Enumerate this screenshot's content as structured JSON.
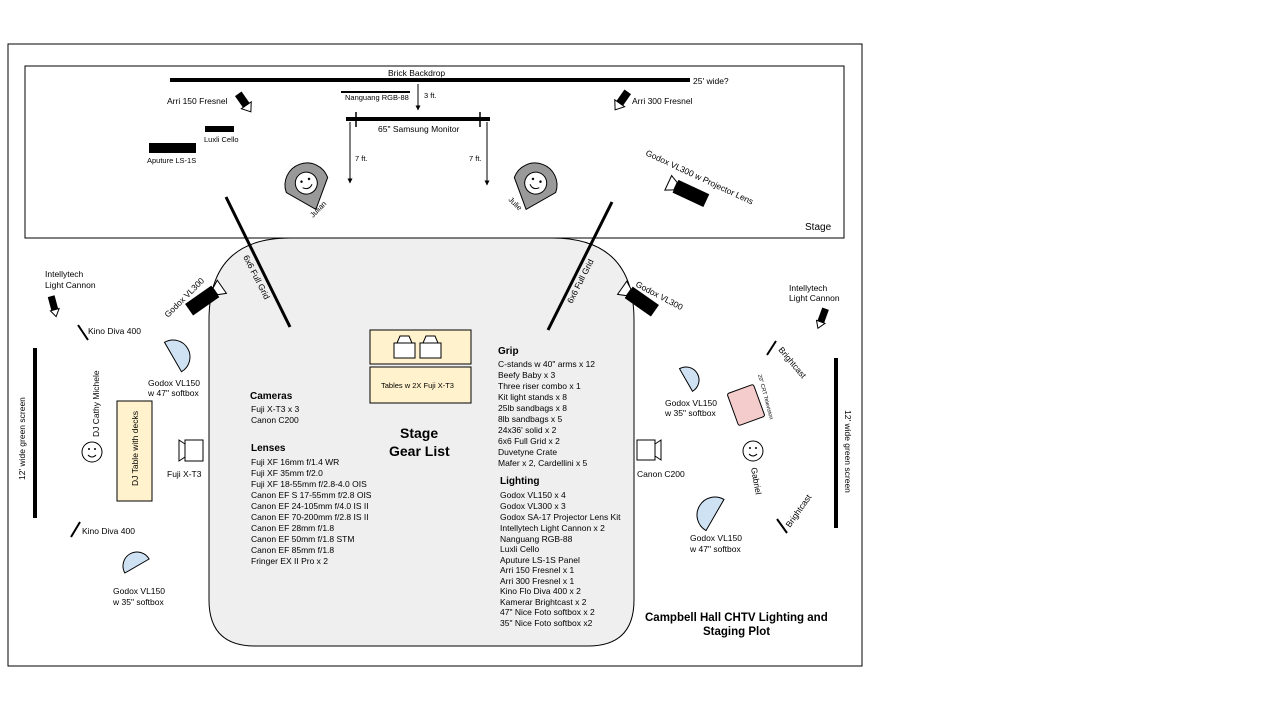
{
  "stage": {
    "label": "Stage",
    "backdrop": "Brick Backdrop",
    "backdrop_width": "25' wide?",
    "nanguang": "Nanguang RGB-88",
    "dist_3ft": "3 ft.",
    "monitor": "65\" Samsung Monitor",
    "dist_7ft_left": "7 ft.",
    "dist_7ft_right": "7 ft.",
    "arri150": "Arri 150 Fresnel",
    "arri300": "Arri 300 Fresnel",
    "luxli": "Luxli Cello",
    "aputure": "Aputure LS-1S",
    "godox_projector": "Godox VL300 w Projector Lens",
    "talent_left": "Julian",
    "talent_right": "Julie"
  },
  "floor": {
    "grid_left": "6x6 Full Grid",
    "grid_right": "6x6 Full Grid",
    "godox_vl300_left": "Godox VL300",
    "godox_vl300_right": "Godox VL300",
    "cannon_left_1": "Intellytech",
    "cannon_left_2": "Light Cannon",
    "cannon_right_1": "Intellytech",
    "cannon_right_2": "Light Cannon",
    "kino_top": "Kino Diva 400",
    "kino_bottom": "Kino Diva 400",
    "vl150_47_left_1": "Godox VL150",
    "vl150_47_left_2": "w 47\" softbox",
    "vl150_35_left_1": "Godox VL150",
    "vl150_35_left_2": "w 35\" softbox",
    "vl150_35_right_1": "Godox VL150",
    "vl150_35_right_2": "w 35\" softbox",
    "vl150_47_right_1": "Godox VL150",
    "vl150_47_right_2": "w 47\" softbox",
    "greenscreen_left": "12' wide green screen",
    "greenscreen_right": "12' wide green screen",
    "dj_name": "DJ Cathy Michele",
    "dj_table": "DJ Table with decks",
    "cam_left": "Fuji X-T3",
    "cam_right": "Canon C200",
    "tables": "Tables w 2X Fuji X-T3",
    "brightcast_top": "Brightcast",
    "brightcast_bottom": "Brightcast",
    "crt": "20\" CRT Television",
    "talent_gabriel": "Gabriel"
  },
  "gear": {
    "title_1": "Stage",
    "title_2": "Gear List",
    "cameras_heading": "Cameras",
    "cameras": [
      "Fuji X-T3 x 3",
      "Canon C200"
    ],
    "lenses_heading": "Lenses",
    "lenses": [
      "Fuji XF 16mm f/1.4 WR",
      "Fuji XF 35mm f/2.0",
      "Fuji XF 18-55mm f/2.8-4.0 OIS",
      "Canon EF S 17-55mm f/2.8 OIS",
      "Canon EF 24-105mm f/4.0 IS II",
      "Canon EF 70-200mm f/2.8 IS II",
      "Canon EF 28mm f/1.8",
      "Canon EF 50mm f/1.8 STM",
      "Canon EF 85mm f/1.8",
      "Fringer EX II Pro x 2"
    ],
    "grip_heading": "Grip",
    "grip": [
      "C-stands w 40\" arms x 12",
      "Beefy Baby x 3",
      "Three riser combo x 1",
      "Kit light stands x 8",
      "25lb sandbags x 8",
      "8lb sandbags x 5",
      "24x36' solid x 2",
      "6x6 Full Grid x 2",
      "Duvetyne Crate",
      "Mafer x 2, Cardellini x 5"
    ],
    "lighting_heading": "Lighting",
    "lighting": [
      "Godox VL150 x 4",
      "Godox VL300 x 3",
      "Godox SA-17 Projector Lens Kit",
      "Intellytech Light Cannon x 2",
      "Nanguang RGB-88",
      "Luxli Cello",
      "Aputure LS-1S Panel",
      "Arri 150 Fresnel x 1",
      "Arri 300 Fresnel x 1",
      "Kino Flo Diva 400 x 2",
      "Kamerar Brightcast  x 2",
      "47\" Nice Foto softbox x 2",
      "35\" Nice Foto softbox x2"
    ]
  },
  "plot_title_1": "Campbell Hall CHTV Lighting and",
  "plot_title_2": "Staging Plot",
  "colors": {
    "softbox": "#cfe2f3",
    "table": "#fff2cc",
    "crt": "#f4cccc",
    "gear_area": "#efefef",
    "talent": "#999999"
  }
}
